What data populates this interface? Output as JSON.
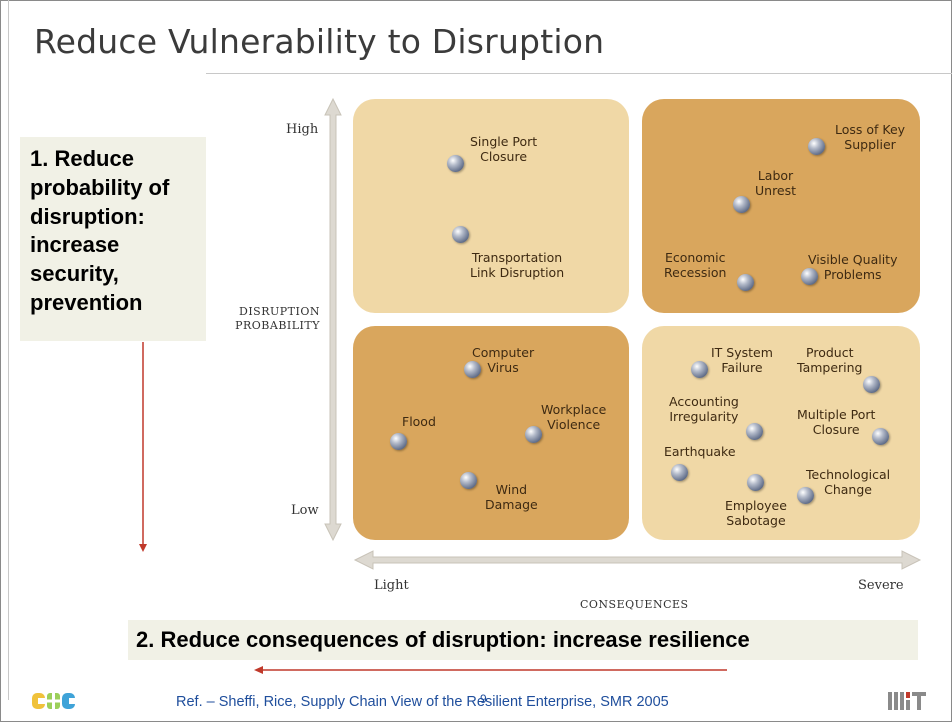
{
  "title": "Reduce Vulnerability to Disruption",
  "callout_probability": "1. Reduce probability of disruption: increase security, prevention",
  "callout_consequences": "2. Reduce consequences of disruption:  increase resilience",
  "y_axis": {
    "title_line1": "Disruption",
    "title_line2": "Probability",
    "high": "High",
    "low": "Low"
  },
  "x_axis": {
    "title": "Consequences",
    "left": "Light",
    "right": "Severe"
  },
  "quadrants": {
    "top_left": [
      "Single Port\nClosure",
      "Transportation\nLink Disruption"
    ],
    "top_right": [
      "Loss of Key\nSupplier",
      "Labor\nUnrest",
      "Economic\nRecession",
      "Visible Quality\nProblems"
    ],
    "bottom_left": [
      "Computer\nVirus",
      "Flood",
      "Workplace\nViolence",
      "Wind\nDamage"
    ],
    "bottom_right": [
      "IT System\nFailure",
      "Product\nTampering",
      "Accounting\nIrregularity",
      "Multiple Port\nClosure",
      "Earthquake",
      "Employee\nSabotage",
      "Technological\nChange"
    ]
  },
  "footer": {
    "reference": "Ref. – Sheffi, Rice, Supply Chain View of the Resilient Enterprise, SMR 2005",
    "page_number": "9"
  },
  "colors": {
    "quadrant_light": "#f0d8a6",
    "quadrant_dark": "#d9a65d",
    "arrow_red": "#c0392b",
    "callout_bg": "#f1f1e6",
    "footer_text": "#1f4e9c"
  }
}
